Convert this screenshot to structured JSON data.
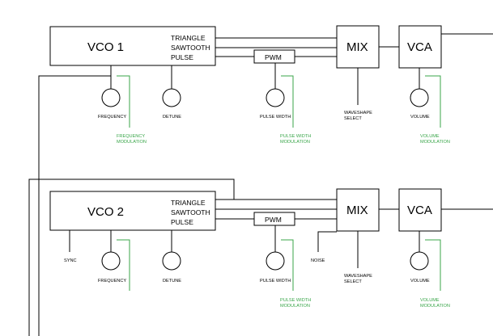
{
  "voices": [
    {
      "vco_label": "VCO 1",
      "waves": [
        "TRIANGLE",
        "SAWTOOTH",
        "PULSE"
      ],
      "pwm_label": "PWM",
      "mix_label": "MIX",
      "vca_label": "VCA",
      "frequency_label": "FREQUENCY",
      "detune_label": "DETUNE",
      "pulse_width_label": "PULSE WIDTH",
      "waveshape_select_label": [
        "WAVESHAPE",
        "SELECT"
      ],
      "volume_label": "VOLUME",
      "frequency_mod_label": [
        "FREQUENCY",
        "MODULATION"
      ],
      "pulse_width_mod_label": [
        "PULSE WIDTH",
        "MODULATION"
      ],
      "volume_mod_label": [
        "VOLUME",
        "MODULATION"
      ]
    },
    {
      "vco_label": "VCO 2",
      "waves": [
        "TRIANGLE",
        "SAWTOOTH",
        "PULSE"
      ],
      "pwm_label": "PWM",
      "mix_label": "MIX",
      "vca_label": "VCA",
      "sync_label": "SYNC",
      "noise_label": "NOISE",
      "frequency_label": "FREQUENCY",
      "detune_label": "DETUNE",
      "pulse_width_label": "PULSE WIDTH",
      "waveshape_select_label": [
        "WAVESHAPE",
        "SELECT"
      ],
      "volume_label": "VOLUME",
      "pulse_width_mod_label": [
        "PULSE WIDTH",
        "MODULATION"
      ],
      "volume_mod_label": [
        "VOLUME",
        "MODULATION"
      ]
    }
  ]
}
